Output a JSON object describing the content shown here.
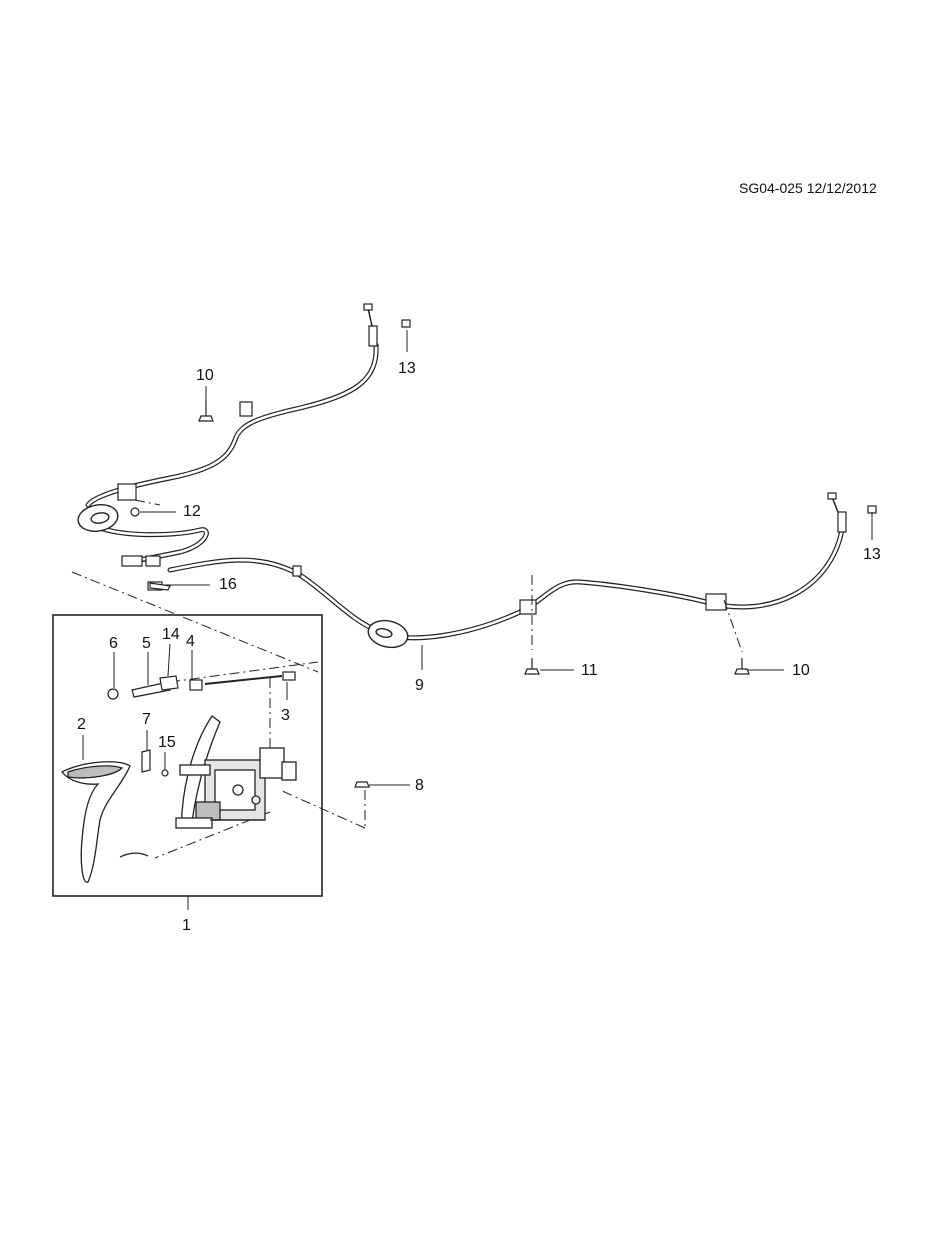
{
  "document": {
    "id_stamp": "SG04-025 12/12/2012"
  },
  "callouts": {
    "c1": "1",
    "c2": "2",
    "c3": "3",
    "c4": "4",
    "c5": "5",
    "c6": "6",
    "c7": "7",
    "c8": "8",
    "c9": "9",
    "c10a": "10",
    "c10b": "10",
    "c11": "11",
    "c12": "12",
    "c13a": "13",
    "c13b": "13",
    "c14": "14",
    "c15": "15",
    "c16": "16"
  },
  "colors": {
    "line": "#222222",
    "cable_fill": "#ffffff",
    "part_shade": "#bdbdbd"
  }
}
